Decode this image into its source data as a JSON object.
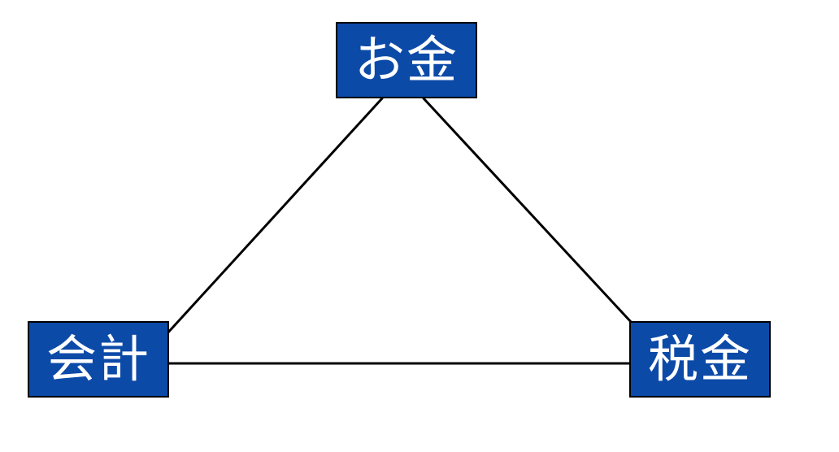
{
  "diagram": {
    "nodes": {
      "top": {
        "label": "お金"
      },
      "left": {
        "label": "会計"
      },
      "right": {
        "label": "税金"
      }
    },
    "edges": [
      {
        "from": "top",
        "to": "left"
      },
      {
        "from": "top",
        "to": "right"
      },
      {
        "from": "left",
        "to": "right"
      }
    ]
  },
  "colors": {
    "node_fill": "#0c4aa8",
    "node_text": "#ffffff",
    "edge": "#000000",
    "background": "#ffffff"
  }
}
